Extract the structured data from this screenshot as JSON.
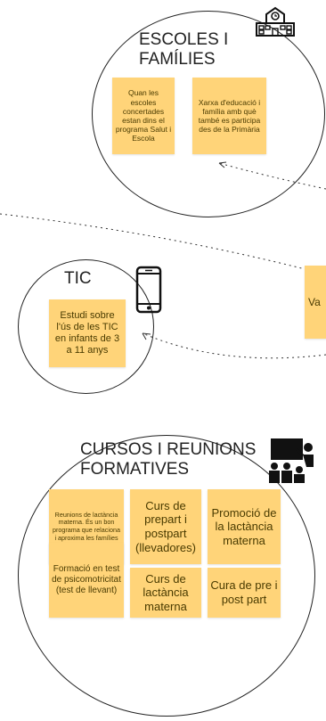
{
  "groups": {
    "escoles": {
      "title_line1": "ESCOLES I",
      "title_line2": "FAMÍLIES",
      "notes": [
        "Quan les escoles concertades estan dins el programa Salut i Escola",
        "Xarxa d'educació i família amb què també es participa des de la Primària"
      ]
    },
    "tic": {
      "title": "TIC",
      "notes": [
        "Estudi sobre l'ús de les TIC en infants de 3 a 11 anys"
      ]
    },
    "cursos": {
      "title_line1": "CURSOS I REUNIONS",
      "title_line2": "FORMATIVES",
      "notes": [
        "Reunions de lactància materna. És un bon programa que relaciona i aproxima les famílies",
        "Curs de prepart i postpart (llevadores)",
        "Promoció de la lactància materna",
        "Formació en test de psicomotricitat (test de llevant)",
        "Curs de lactància materna",
        "Cura de pre i post part"
      ]
    }
  },
  "side_note": "Va",
  "icons": {
    "school": "school-building-icon",
    "phone": "smartphone-icon",
    "teacher": "teacher-presentation-icon"
  },
  "colors": {
    "note": "#ffd479",
    "stroke": "#222222"
  }
}
